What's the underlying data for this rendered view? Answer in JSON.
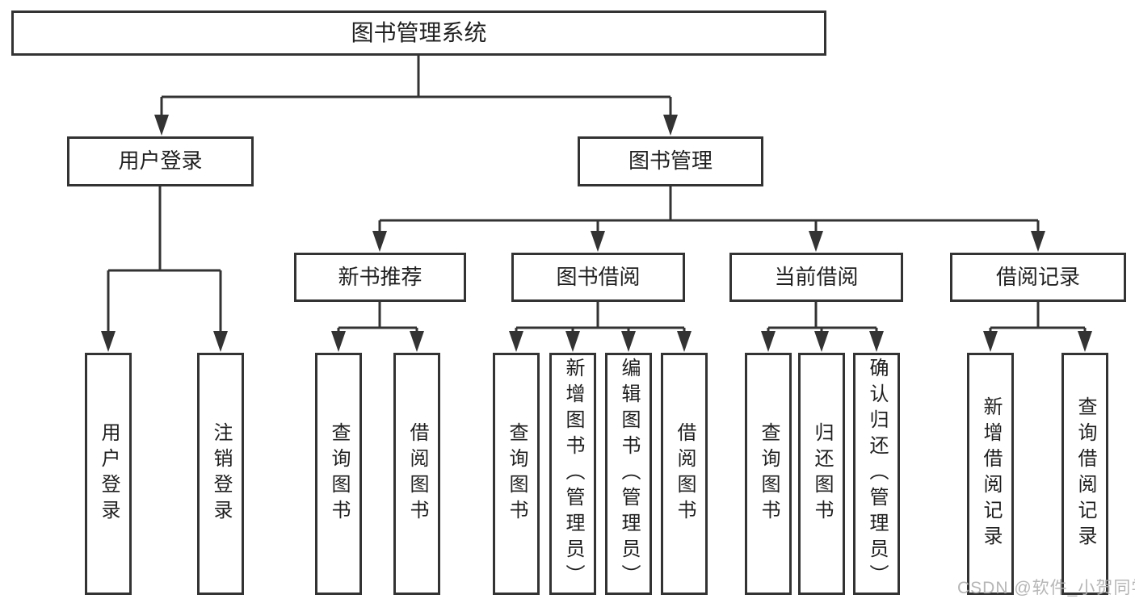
{
  "diagram": {
    "kind": "hierarchy-tree",
    "tree": {
      "root": {
        "label": "图书管理系统",
        "children": [
          {
            "label": "用户登录",
            "children": [
              {
                "label": "用户登录"
              },
              {
                "label": "注销登录"
              }
            ]
          },
          {
            "label": "图书管理",
            "children": [
              {
                "label": "新书推荐",
                "children": [
                  {
                    "label": "查询图书"
                  },
                  {
                    "label": "借阅图书"
                  }
                ]
              },
              {
                "label": "图书借阅",
                "children": [
                  {
                    "label": "查询图书"
                  },
                  {
                    "label": "新增图书（管理员）"
                  },
                  {
                    "label": "编辑图书（管理员）"
                  },
                  {
                    "label": "借阅图书"
                  }
                ]
              },
              {
                "label": "当前借阅",
                "children": [
                  {
                    "label": "查询图书"
                  },
                  {
                    "label": "归还图书"
                  },
                  {
                    "label": "确认归还（管理员）"
                  }
                ]
              },
              {
                "label": "借阅记录",
                "children": [
                  {
                    "label": "新增借阅记录"
                  },
                  {
                    "label": "查询借阅记录"
                  }
                ]
              }
            ]
          }
        ]
      }
    },
    "colors": {
      "line": "#333333",
      "box_border": "#333333",
      "text": "#1f1f1f",
      "background": "#ffffff",
      "watermark": "#b2b2b2"
    }
  },
  "watermark": {
    "text": "CSDN @软件_小贺同学"
  }
}
